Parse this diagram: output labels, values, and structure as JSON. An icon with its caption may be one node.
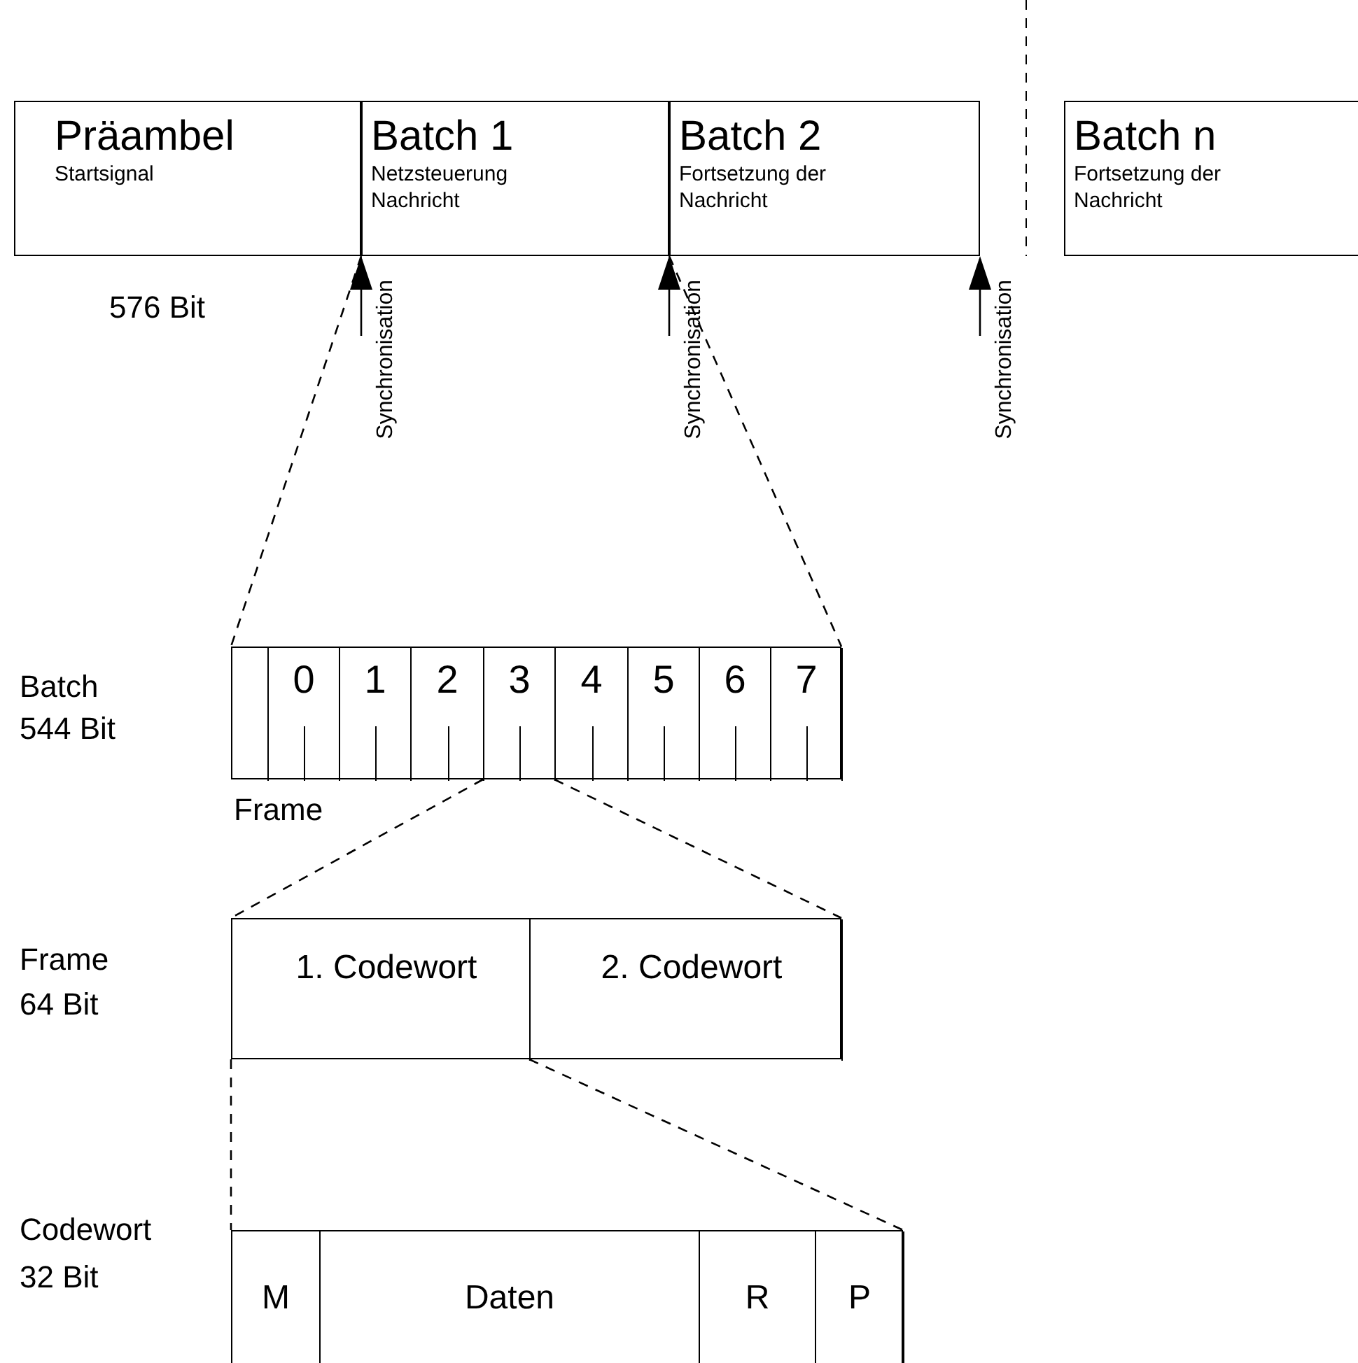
{
  "diagram": {
    "nodes": [
      {
        "text": [
          "Präambel",
          "Startsignal"
        ]
      },
      {
        "text": [
          "Batch 1",
          "Netzsteuerung Nachricht"
        ]
      },
      {
        "text": [
          "Batch 2",
          "Fortsetzung der Nachricht"
        ]
      },
      {
        "text": [
          "Batch n",
          "Fortsetzung der Nachricht"
        ]
      },
      {
        "text": [],
        "shape": "box"
      },
      {
        "text": [],
        "shape": "box",
        "in": 4
      },
      {
        "text": [
          "0"
        ],
        "in": 4
      },
      {
        "text": [
          "1"
        ],
        "in": 4
      },
      {
        "text": [
          "2"
        ],
        "in": 4
      },
      {
        "text": [
          "3"
        ],
        "in": 4
      },
      {
        "text": [
          "4"
        ],
        "in": 4
      },
      {
        "text": [
          "5"
        ],
        "in": 4
      },
      {
        "text": [
          "6"
        ],
        "in": 4
      },
      {
        "text": [
          "7"
        ],
        "in": 4
      },
      {
        "text": [],
        "shape": "box"
      },
      {
        "text": [
          "1. Codewort"
        ],
        "in": 14
      },
      {
        "text": [
          "2. Codewort"
        ],
        "in": 14
      },
      {
        "text": [],
        "shape": "box"
      },
      {
        "text": [
          "M"
        ],
        "in": 17
      },
      {
        "text": [
          "Daten"
        ],
        "in": 17
      },
      {
        "text": [
          "R"
        ],
        "in": 17
      },
      {
        "text": [
          "P"
        ],
        "in": 17
      }
    ],
    "edges": [
      {
        "from": null,
        "to": 1,
        "arrow": "to",
        "label": "Synchronisation"
      },
      {
        "from": null,
        "to": 2,
        "arrow": "to",
        "label": "Synchronisation"
      },
      {
        "from": null,
        "to": 2,
        "arrow": "to",
        "label": "Synchronisation"
      },
      {
        "from": 1,
        "to": 4,
        "arrow": "none",
        "style": "dashed"
      },
      {
        "from": 1,
        "to": 4,
        "arrow": "none",
        "style": "dashed"
      },
      {
        "from": 9,
        "to": 14,
        "arrow": "none",
        "style": "dashed"
      },
      {
        "from": 9,
        "to": 14,
        "arrow": "none",
        "style": "dashed"
      },
      {
        "from": 15,
        "to": 17,
        "arrow": "none",
        "style": "dashed"
      },
      {
        "from": 15,
        "to": 17,
        "arrow": "none",
        "style": "dashed"
      }
    ],
    "labels": [
      "576 Bit",
      "Batch 544 Bit",
      "Frame",
      "Frame 64 Bit",
      "Codewort 32 Bit"
    ]
  }
}
